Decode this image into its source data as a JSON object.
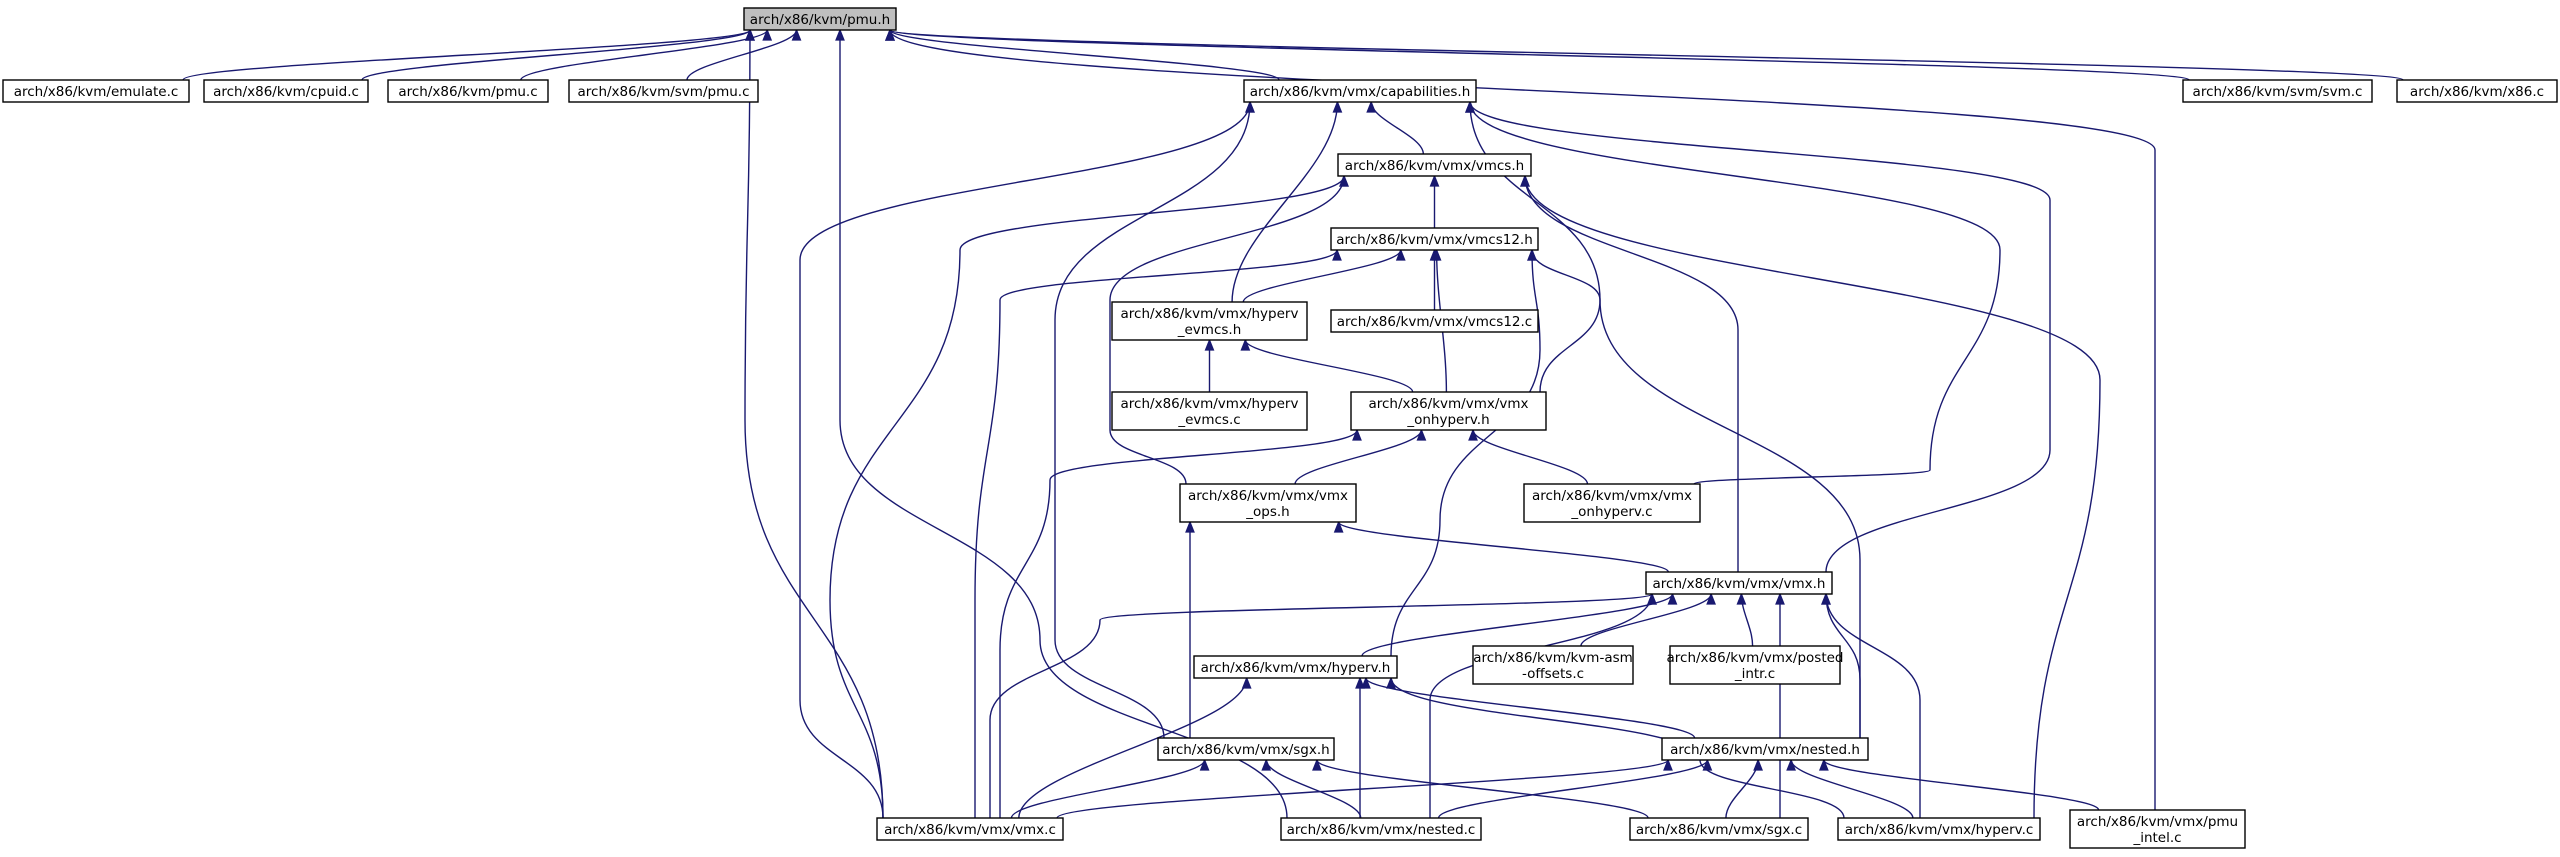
{
  "diagram": {
    "root": "pmu",
    "nodes": [
      {
        "id": "pmu",
        "lines": [
          "arch/x86/kvm/pmu.h"
        ],
        "root": true
      },
      {
        "id": "emulate",
        "lines": [
          "arch/x86/kvm/emulate.c"
        ]
      },
      {
        "id": "cpuid",
        "lines": [
          "arch/x86/kvm/cpuid.c"
        ]
      },
      {
        "id": "pmuc",
        "lines": [
          "arch/x86/kvm/pmu.c"
        ]
      },
      {
        "id": "svmpmu",
        "lines": [
          "arch/x86/kvm/svm/pmu.c"
        ]
      },
      {
        "id": "caps",
        "lines": [
          "arch/x86/kvm/vmx/capabilities.h"
        ]
      },
      {
        "id": "svm",
        "lines": [
          "arch/x86/kvm/svm/svm.c"
        ]
      },
      {
        "id": "x86",
        "lines": [
          "arch/x86/kvm/x86.c"
        ]
      },
      {
        "id": "vmcs",
        "lines": [
          "arch/x86/kvm/vmx/vmcs.h"
        ]
      },
      {
        "id": "vmcs12h",
        "lines": [
          "arch/x86/kvm/vmx/vmcs12.h"
        ]
      },
      {
        "id": "hevmcsh",
        "lines": [
          "arch/x86/kvm/vmx/hyperv",
          "_evmcs.h"
        ]
      },
      {
        "id": "vmcs12c",
        "lines": [
          "arch/x86/kvm/vmx/vmcs12.c"
        ]
      },
      {
        "id": "hevmcsc",
        "lines": [
          "arch/x86/kvm/vmx/hyperv",
          "_evmcs.c"
        ]
      },
      {
        "id": "onhyph",
        "lines": [
          "arch/x86/kvm/vmx/vmx",
          "_onhyperv.h"
        ]
      },
      {
        "id": "opsh",
        "lines": [
          "arch/x86/kvm/vmx/vmx",
          "_ops.h"
        ]
      },
      {
        "id": "onhypc",
        "lines": [
          "arch/x86/kvm/vmx/vmx",
          "_onhyperv.c"
        ]
      },
      {
        "id": "vmxh",
        "lines": [
          "arch/x86/kvm/vmx/vmx.h"
        ]
      },
      {
        "id": "hyperh",
        "lines": [
          "arch/x86/kvm/vmx/hyperv.h"
        ]
      },
      {
        "id": "asmoff",
        "lines": [
          "arch/x86/kvm/kvm-asm",
          "-offsets.c"
        ]
      },
      {
        "id": "posted",
        "lines": [
          "arch/x86/kvm/vmx/posted",
          "_intr.c"
        ]
      },
      {
        "id": "sgxh",
        "lines": [
          "arch/x86/kvm/vmx/sgx.h"
        ]
      },
      {
        "id": "nestedh",
        "lines": [
          "arch/x86/kvm/vmx/nested.h"
        ]
      },
      {
        "id": "vmxc",
        "lines": [
          "arch/x86/kvm/vmx/vmx.c"
        ]
      },
      {
        "id": "nestedc",
        "lines": [
          "arch/x86/kvm/vmx/nested.c"
        ]
      },
      {
        "id": "sgxc",
        "lines": [
          "arch/x86/kvm/vmx/sgx.c"
        ]
      },
      {
        "id": "hyperc",
        "lines": [
          "arch/x86/kvm/vmx/hyperv.c"
        ]
      },
      {
        "id": "pmuintel",
        "lines": [
          "arch/x86/kvm/vmx/pmu",
          "_intel.c"
        ]
      }
    ],
    "edges": [
      [
        "pmu",
        "emulate"
      ],
      [
        "pmu",
        "cpuid"
      ],
      [
        "pmu",
        "pmuc"
      ],
      [
        "pmu",
        "svmpmu"
      ],
      [
        "pmu",
        "caps"
      ],
      [
        "pmu",
        "svm"
      ],
      [
        "pmu",
        "x86"
      ],
      [
        "pmu",
        "vmxc"
      ],
      [
        "pmu",
        "nestedc"
      ],
      [
        "pmu",
        "pmuintel"
      ],
      [
        "caps",
        "vmcs"
      ],
      [
        "caps",
        "hevmcsh"
      ],
      [
        "caps",
        "onhyph"
      ],
      [
        "caps",
        "vmxh"
      ],
      [
        "caps",
        "onhypc"
      ],
      [
        "caps",
        "sgxh"
      ],
      [
        "caps",
        "vmxc"
      ],
      [
        "vmcs",
        "vmcs12h"
      ],
      [
        "vmcs",
        "opsh"
      ],
      [
        "vmcs",
        "vmxh"
      ],
      [
        "vmcs",
        "vmxc"
      ],
      [
        "vmcs",
        "hyperc"
      ],
      [
        "vmcs12h",
        "vmcs12c"
      ],
      [
        "vmcs12h",
        "hevmcsh"
      ],
      [
        "vmcs12h",
        "onhyph"
      ],
      [
        "vmcs12h",
        "hyperh"
      ],
      [
        "vmcs12h",
        "nestedh"
      ],
      [
        "vmcs12h",
        "vmxc"
      ],
      [
        "hevmcsh",
        "hevmcsc"
      ],
      [
        "hevmcsh",
        "onhyph"
      ],
      [
        "onhyph",
        "opsh"
      ],
      [
        "onhyph",
        "onhypc"
      ],
      [
        "onhyph",
        "vmxc"
      ],
      [
        "opsh",
        "vmxh"
      ],
      [
        "opsh",
        "sgxh"
      ],
      [
        "vmxh",
        "hyperh"
      ],
      [
        "vmxh",
        "asmoff"
      ],
      [
        "vmxh",
        "posted"
      ],
      [
        "vmxh",
        "nestedh"
      ],
      [
        "vmxh",
        "vmxc"
      ],
      [
        "vmxh",
        "nestedc"
      ],
      [
        "vmxh",
        "sgxc"
      ],
      [
        "vmxh",
        "hyperc"
      ],
      [
        "hyperh",
        "nestedh"
      ],
      [
        "hyperh",
        "vmxc"
      ],
      [
        "hyperh",
        "nestedc"
      ],
      [
        "hyperh",
        "hyperc"
      ],
      [
        "sgxh",
        "vmxc"
      ],
      [
        "sgxh",
        "nestedc"
      ],
      [
        "sgxh",
        "sgxc"
      ],
      [
        "nestedh",
        "vmxc"
      ],
      [
        "nestedh",
        "nestedc"
      ],
      [
        "nestedh",
        "sgxc"
      ],
      [
        "nestedh",
        "hyperc"
      ],
      [
        "nestedh",
        "pmuintel"
      ]
    ]
  }
}
